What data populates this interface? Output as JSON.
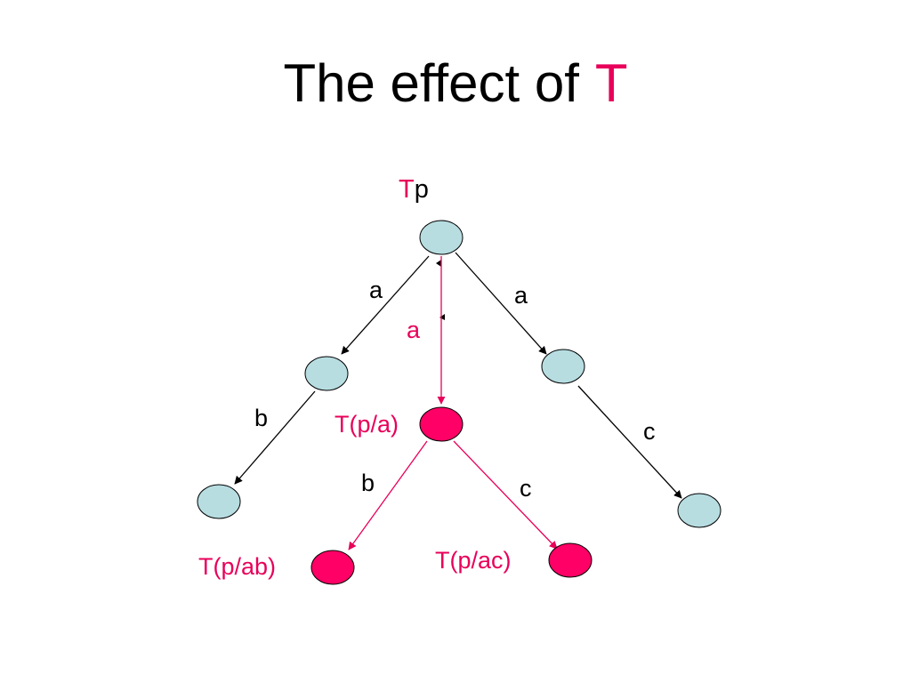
{
  "title": {
    "text": "The effect of",
    "accent": "T"
  },
  "colors": {
    "black": "#000000",
    "accent": "#E8005A",
    "node_light": "#B7DDE1",
    "node_accent": "#FF0066",
    "node_stroke": "#000000"
  },
  "root_label": {
    "prefix": "T",
    "suffix": "p"
  },
  "edge_labels": {
    "left_a": "a",
    "right_a": "a",
    "mid_a": "a",
    "left_b": "b",
    "right_c": "c",
    "accent_b": "b",
    "accent_c": "c"
  },
  "node_labels": {
    "t_pa": "T(p/a)",
    "t_pab": "T(p/ab)",
    "t_pac": "T(p/ac)"
  }
}
